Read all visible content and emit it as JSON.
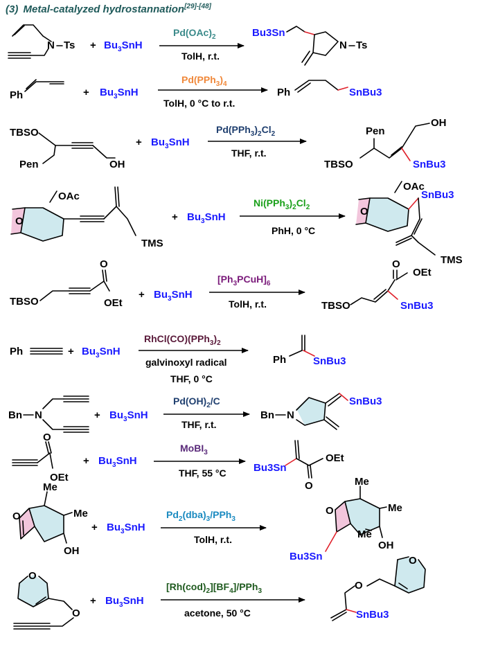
{
  "header": {
    "title_number": "(3)",
    "title_text": "Metal-catalyzed hydrostannation",
    "title_refs": "[29]-[48]",
    "title_color": "#1f5a5a"
  },
  "colors": {
    "tin_reagent": "#1a1aff",
    "bond_highlight": "#e0202a",
    "ring_highlight": "#cfe9ee",
    "bridge_highlight": "#f2c6dc",
    "catalyst_pd_oac": "#3a8a8a",
    "catalyst_pd_pph3_4": "#f0883a",
    "catalyst_pd_pph3_cl2": "#1f3f6f",
    "catalyst_ni": "#1aa01a",
    "catalyst_cu": "#7a1a7a",
    "catalyst_rh_cl": "#5a1a3a",
    "catalyst_pd_oh": "#1f3f6f",
    "catalyst_mo": "#5a2a7a",
    "catalyst_pd_dba": "#1a8ac0",
    "catalyst_rh_cod": "#1f5a1f"
  },
  "reagent": {
    "label": "Bu3SnH",
    "base": "Bu",
    "sub1": "3",
    "mid": "SnH"
  },
  "reactions": [
    {
      "catalyst": [
        "Pd(OAc)",
        "2"
      ],
      "conditions": [
        "TolH, r.t."
      ],
      "substrate_labels": [
        "N",
        "Ts"
      ],
      "product_labels": [
        "Bu3Sn",
        "N",
        "Ts"
      ]
    },
    {
      "catalyst": [
        "Pd(PPh",
        "3",
        ")",
        "4"
      ],
      "conditions": [
        "TolH, 0 °C to r.t."
      ],
      "substrate_labels": [
        "Ph"
      ],
      "product_labels": [
        "Ph",
        "SnBu3"
      ]
    },
    {
      "catalyst": [
        "Pd(PPh",
        "3",
        ")",
        "2",
        "Cl",
        "2"
      ],
      "conditions": [
        "THF, r.t."
      ],
      "substrate_labels": [
        "TBSO",
        "Pen",
        "OH"
      ],
      "product_labels": [
        "Pen",
        "OH",
        "TBSO",
        "SnBu3"
      ]
    },
    {
      "catalyst": [
        "Ni(PPh",
        "3",
        ")",
        "2",
        "Cl",
        "2"
      ],
      "conditions": [
        "PhH, 0 °C"
      ],
      "substrate_labels": [
        "OAc",
        "O",
        "TMS"
      ],
      "product_labels": [
        "OAc",
        "SnBu3",
        "O",
        "TMS"
      ]
    },
    {
      "catalyst": [
        "[Ph",
        "3",
        "PCuH]",
        "6"
      ],
      "conditions": [
        "TolH, r.t."
      ],
      "substrate_labels": [
        "TBSO",
        "O",
        "OEt"
      ],
      "product_labels": [
        "O",
        "OEt",
        "TBSO",
        "SnBu3"
      ]
    },
    {
      "catalyst": [
        "RhCl(CO)(PPh",
        "3",
        ")",
        "2"
      ],
      "conditions": [
        "galvinoxyl radical",
        "THF, 0 °C"
      ],
      "substrate_labels": [
        "Ph"
      ],
      "product_labels": [
        "Ph",
        "SnBu3"
      ]
    },
    {
      "catalyst": [
        "Pd(OH)",
        "2",
        "/C"
      ],
      "conditions": [
        "THF, r.t."
      ],
      "substrate_labels": [
        "Bn",
        "N"
      ],
      "product_labels": [
        "Bn",
        "N",
        "SnBu3"
      ]
    },
    {
      "catalyst": [
        "MoBI",
        "3"
      ],
      "conditions": [
        "THF, 55 °C"
      ],
      "substrate_labels": [
        "O",
        "OEt"
      ],
      "product_labels": [
        "Bu3Sn",
        "O",
        "OEt"
      ]
    },
    {
      "catalyst": [
        "Pd",
        "2",
        "(dba)",
        "3",
        "/PPh",
        "3"
      ],
      "conditions": [
        "TolH, r.t."
      ],
      "substrate_labels": [
        "Me",
        "O",
        "Me",
        "OH"
      ],
      "product_labels": [
        "O",
        "Me",
        "Me",
        "Me",
        "OH",
        "Bu3Sn"
      ]
    },
    {
      "catalyst": [
        "[Rh(cod)",
        "2",
        "][BF",
        "4",
        "]/PPh",
        "3"
      ],
      "conditions": [
        "acetone, 50 °C"
      ],
      "substrate_labels": [
        "O",
        "O"
      ],
      "product_labels": [
        "O",
        "O",
        "SnBu3"
      ]
    }
  ]
}
